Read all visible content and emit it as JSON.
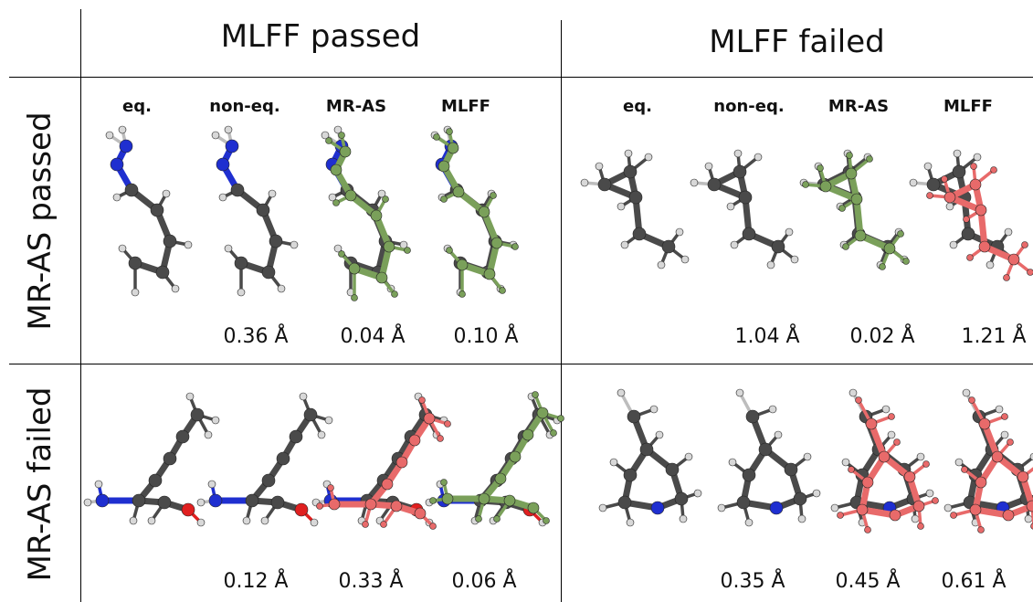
{
  "columns": [
    "MLFF passed",
    "MLFF failed"
  ],
  "rows": [
    "MR-AS passed",
    "MR-AS failed"
  ],
  "labels": {
    "q11": [
      "eq.",
      "non-eq.",
      "MR-AS",
      "MLFF"
    ],
    "q12": [
      "eq.",
      "non-eq.",
      "MR-AS",
      "MLFF"
    ]
  },
  "rmsd": {
    "q11": [
      "0.36 Å",
      "0.04 Å",
      "0.10 Å"
    ],
    "q12": [
      "1.04 Å",
      "0.02 Å",
      "1.21 Å"
    ],
    "q21": [
      "0.12 Å",
      "0.33 Å",
      "0.06 Å"
    ],
    "q22": [
      "0.35 Å",
      "0.45 Å",
      "0.61 Å"
    ]
  },
  "colors": {
    "carbon": "#4a4a4a",
    "hydrogen": "#d8d8d8",
    "nitrogen": "#1f2fd0",
    "oxygen": "#e02020",
    "overlay_green": "#7aa05a",
    "overlay_red": "#e86a6a"
  }
}
